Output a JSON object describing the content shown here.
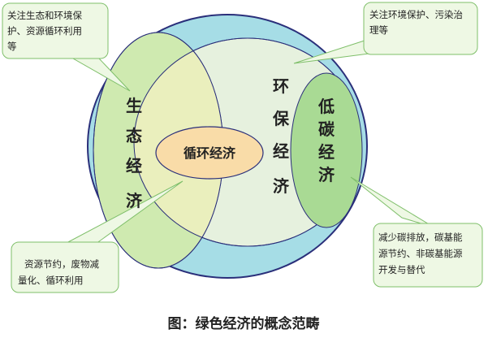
{
  "caption": "图：绿色经济的概念范畴",
  "regions": {
    "ecological": "生态经济",
    "environmental": "环保经济",
    "low_carbon": "低碳经济",
    "circular": "循环经济"
  },
  "callouts": {
    "ecological": [
      "关注生态和环境保",
      "护、资源循环利用",
      "等"
    ],
    "environmental": [
      "关注环境保护、污染治",
      "理等"
    ],
    "circular": [
      "资源节约，废物减",
      "量化、循环利用"
    ],
    "low_carbon": [
      "减少碳排放，碳基能",
      "源节约、非碳基能源",
      "开发与替代"
    ]
  },
  "colors": {
    "outer_circle": "#a6dde6",
    "outer_stroke": "#2a2f7a",
    "ecological_fill": "#cfeab0",
    "environmental_fill": "#e6f1de",
    "intersection_fill": "#eaefbd",
    "low_carbon_fill": "#a9da94",
    "circular_fill": "#f9dca8",
    "callout_fill": "#eef8e4",
    "callout_stroke": "#7fbf6a"
  }
}
